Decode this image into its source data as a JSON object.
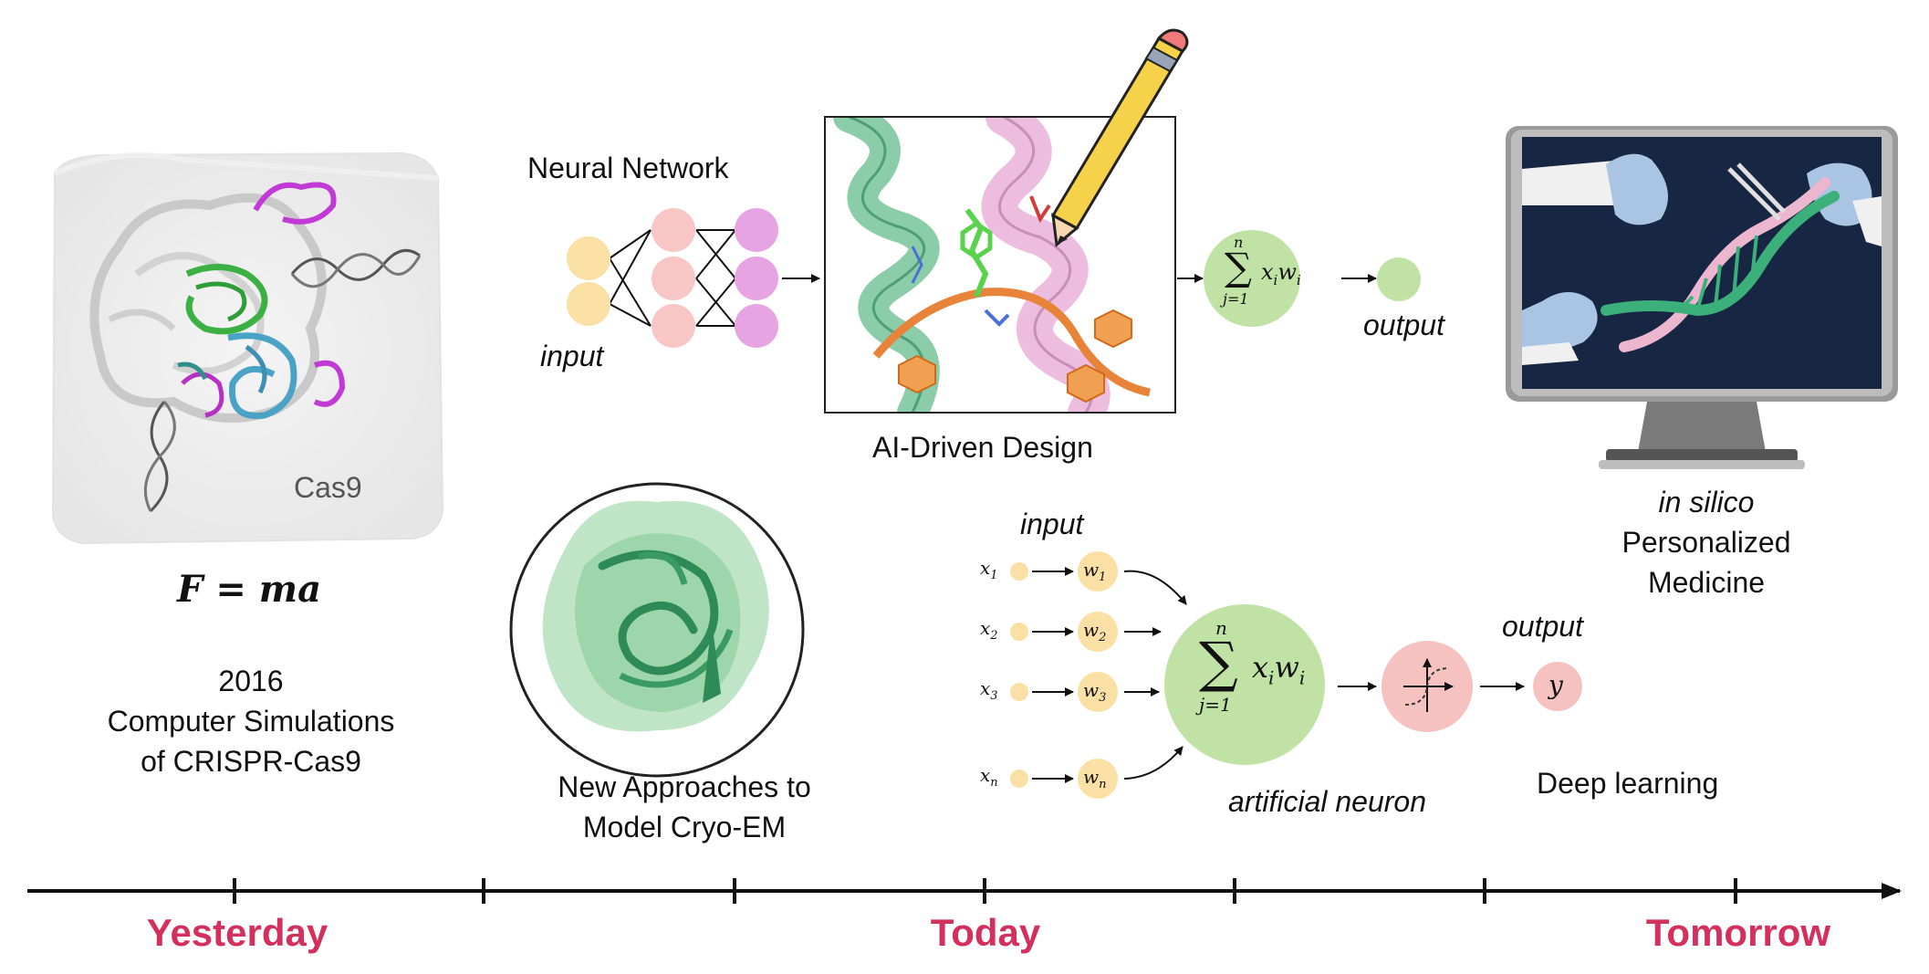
{
  "timeline": {
    "yesterday": "Yesterday",
    "today": "Today",
    "tomorrow": "Tomorrow"
  },
  "yesterday": {
    "protein_label": "Cas9",
    "equation": "F = ma",
    "year": "2016",
    "caption_line1": "Computer Simulations",
    "caption_line2": "of CRISPR-Cas9"
  },
  "today": {
    "neural_network_title": "Neural Network",
    "nn_input_label": "input",
    "design_caption": "AI-Driven Design",
    "sum_output_label": "output",
    "cryo_caption_line1": "New Approaches to",
    "cryo_caption_line2": "Model Cryo-EM",
    "neuron_input_label": "input",
    "neuron_output_label": "output",
    "neuron_caption": "artificial neuron",
    "inputs": [
      {
        "x": "x",
        "xsub": "1",
        "w": "w",
        "wsub": "1"
      },
      {
        "x": "x",
        "xsub": "2",
        "w": "w",
        "wsub": "2"
      },
      {
        "x": "x",
        "xsub": "3",
        "w": "w",
        "wsub": "3"
      },
      {
        "x": "x",
        "xsub": "n",
        "w": "w",
        "wsub": "n"
      }
    ],
    "sum_upper": "n",
    "sum_lower": "j=1",
    "sum_term_x": "x",
    "sum_term_w": "w",
    "sum_term_sub": "i",
    "output_symbol": "y"
  },
  "tomorrow": {
    "line1": "in silico",
    "line2": "Personalized",
    "line3": "Medicine",
    "deep_learning": "Deep learning"
  },
  "colors": {
    "era": "#d4305d",
    "input_node": "#fbe0a6",
    "hidden_node": "#f8c6c4",
    "output_node": "#e7a4e3",
    "sum_circle": "#c0e3a5",
    "activation": "#f6c2c0",
    "monitor_screen": "#172642",
    "monitor_frame": "#888888"
  }
}
